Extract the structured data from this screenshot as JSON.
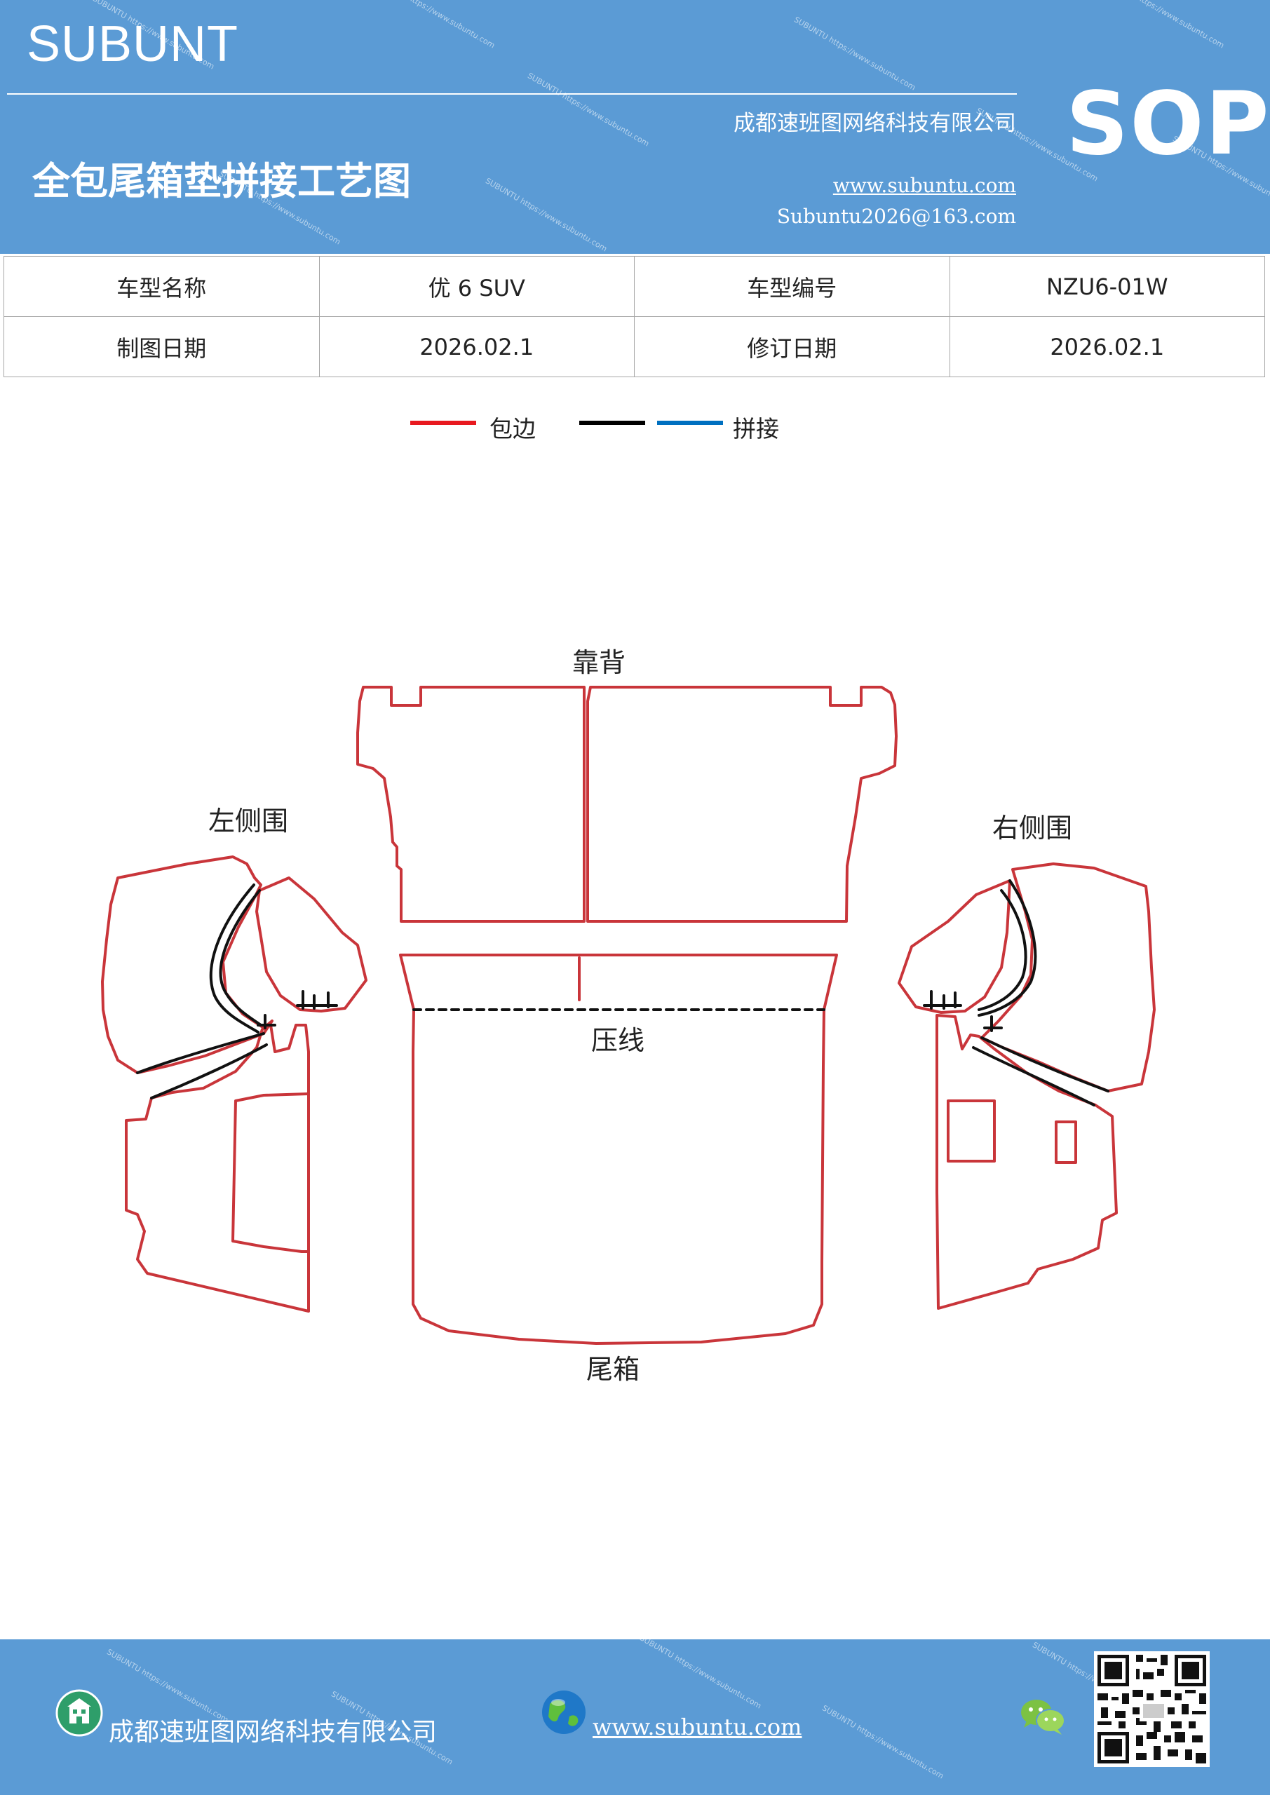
{
  "header": {
    "brand": "SUBUNT",
    "company": "成都速班图网络科技有限公司",
    "title": "全包尾箱垫拼接工艺图",
    "website": "www.subuntu.com",
    "email": "Subuntu2026@163.com",
    "badge": "SOP",
    "watermark": "SUBUNTU https://www.subuntu.com"
  },
  "info_table": {
    "rows": [
      [
        {
          "text": "车型名称"
        },
        {
          "text": "优 6  SUV"
        },
        {
          "text": "车型编号"
        },
        {
          "text": "NZU6-01W"
        }
      ],
      [
        {
          "text": "制图日期"
        },
        {
          "text": "2026.02.1"
        },
        {
          "text": "修订日期"
        },
        {
          "text": "2026.02.1"
        }
      ]
    ]
  },
  "legend": {
    "edge_label": "包边",
    "edge_color": "#e8191f",
    "seam_label": "拼接",
    "seam_colors": [
      "#000000",
      "#0070c0"
    ]
  },
  "diagram": {
    "outline_color": "#c9353a",
    "seam_color": "#111111",
    "labels": {
      "backrest": "靠背",
      "left_side": "左侧围",
      "right_side": "右侧围",
      "crease": "压线",
      "trunk": "尾箱"
    }
  },
  "footer": {
    "company": "成都速班图网络科技有限公司",
    "website": "www.subuntu.com",
    "icons": [
      "building-icon",
      "globe-icon",
      "wechat-icon",
      "qr-code"
    ]
  }
}
